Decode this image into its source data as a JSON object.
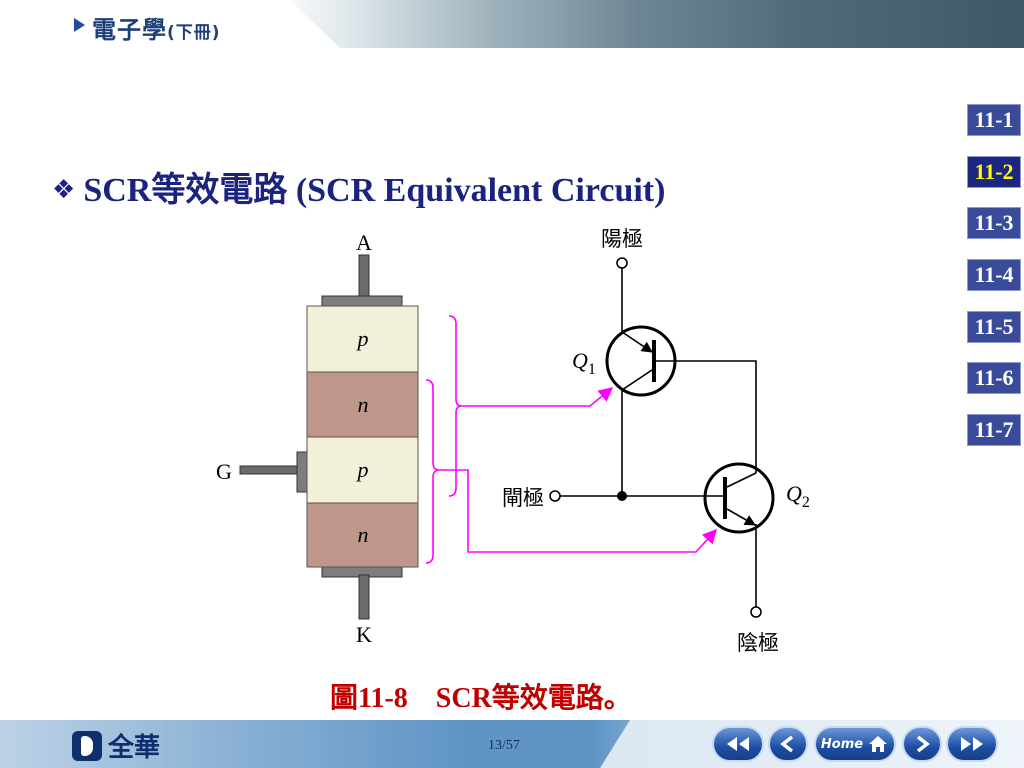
{
  "header": {
    "title": "電子學",
    "subtitle": "(下冊)"
  },
  "slide": {
    "title": "SCR等效電路 (SCR Equivalent Circuit)"
  },
  "nav": {
    "sections": [
      "11-1",
      "11-2",
      "11-3",
      "11-4",
      "11-5",
      "11-6",
      "11-7"
    ],
    "active": "11-2"
  },
  "diagram": {
    "layers": [
      "p",
      "n",
      "p",
      "n"
    ],
    "terminal_anode": "A",
    "terminal_cathode": "K",
    "terminal_gate": "G",
    "label_anode": "陽極",
    "label_gate": "閘極",
    "label_cathode": "陰極",
    "q1_letter": "Q",
    "q1_sub": "1",
    "q2_letter": "Q",
    "q2_sub": "2"
  },
  "caption": "圖11-8　SCR等效電路。",
  "footer": {
    "logo": "全華",
    "page": "13/57",
    "home_label": "Home"
  },
  "colors": {
    "accent": "#1a237e",
    "caption": "#c00000",
    "magenta": "#ff00ff",
    "p_layer": "#f2f0d9",
    "n_layer": "#bf978a"
  }
}
